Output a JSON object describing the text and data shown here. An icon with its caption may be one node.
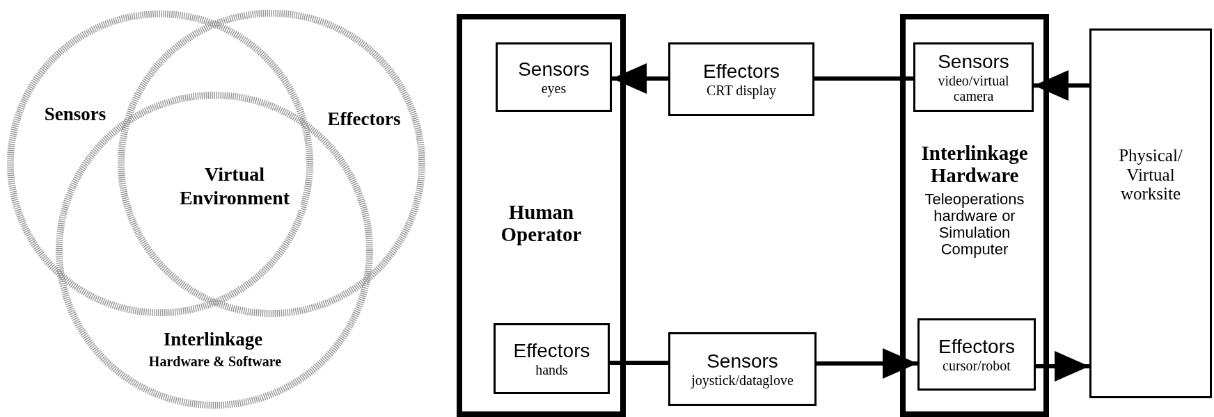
{
  "diagram": {
    "nodes": [
      {
        "text": [
          "Sensors"
        ]
      },
      {
        "text": [
          "Effectors"
        ]
      },
      {
        "text": [
          "Interlinkage",
          "Hardware & Software"
        ]
      },
      {
        "text": [
          "Human Operator"
        ]
      },
      {
        "text": [
          "Sensors",
          "eyes"
        ],
        "in": 3
      },
      {
        "text": [
          "Effectors",
          "hands"
        ],
        "in": 3
      },
      {
        "text": [
          "Effectors",
          "CRT display"
        ]
      },
      {
        "text": [
          "Sensors",
          "joystick/dataglove"
        ]
      },
      {
        "text": [
          "Interlinkage Hardware",
          "Teleoperations hardware or Simulation Computer"
        ]
      },
      {
        "text": [
          "Sensors",
          "video/virtual camera"
        ],
        "in": 8
      },
      {
        "text": [
          "Effectors",
          "cursor/robot"
        ],
        "in": 8
      },
      {
        "text": [
          "Physical/ Virtual worksite"
        ]
      }
    ],
    "edges": [
      {
        "from": 9,
        "to": 6,
        "arrow": "none"
      },
      {
        "from": 6,
        "to": 4,
        "arrow": "to"
      },
      {
        "from": 11,
        "to": 9,
        "arrow": "to"
      },
      {
        "from": 5,
        "to": 7,
        "arrow": "none"
      },
      {
        "from": 7,
        "to": 10,
        "arrow": "to"
      },
      {
        "from": 10,
        "to": 11,
        "arrow": "to"
      }
    ],
    "labels": [
      "Virtual Environment"
    ]
  }
}
